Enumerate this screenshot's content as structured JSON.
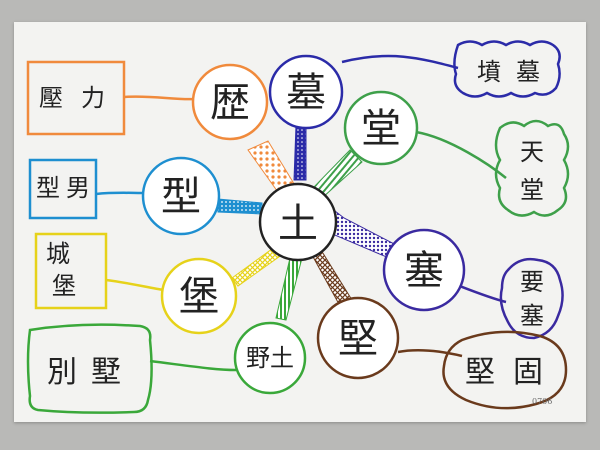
{
  "center": {
    "label": "土"
  },
  "nodes": [
    {
      "id": "li",
      "char": "歴",
      "color": "#f08a3c"
    },
    {
      "id": "mu",
      "char": "墓",
      "color": "#2b2ba8"
    },
    {
      "id": "tang",
      "char": "堂",
      "color": "#3ea04a"
    },
    {
      "id": "xing",
      "char": "型",
      "color": "#1e8fd0"
    },
    {
      "id": "sai",
      "char": "塞",
      "color": "#3a2aa0"
    },
    {
      "id": "bao",
      "char": "堡",
      "color": "#e6d21a"
    },
    {
      "id": "jian",
      "char": "堅",
      "color": "#6a3a1c"
    },
    {
      "id": "yeq",
      "char": "野土",
      "color": "#3aa83a"
    }
  ],
  "words": [
    {
      "id": "li",
      "chars": [
        "壓",
        "力"
      ],
      "color": "#f08a3c"
    },
    {
      "id": "mu",
      "chars": [
        "墳",
        "墓"
      ],
      "color": "#2b2ba8"
    },
    {
      "id": "tang",
      "chars": [
        "天",
        "堂"
      ],
      "color": "#3ea04a"
    },
    {
      "id": "xing",
      "chars": [
        "型",
        "男"
      ],
      "color": "#1e8fd0"
    },
    {
      "id": "bao",
      "chars": [
        "城",
        "堡"
      ],
      "color": "#e6d21a"
    },
    {
      "id": "sai",
      "chars": [
        "要",
        "塞"
      ],
      "color": "#3a2aa0"
    },
    {
      "id": "yeq",
      "chars": [
        "別",
        "墅"
      ],
      "color": "#3aa83a"
    },
    {
      "id": "jian",
      "chars": [
        "堅",
        "固"
      ],
      "color": "#6a3a1c"
    }
  ],
  "corner_mark": "0706",
  "colors": {
    "paper": "#f3f3f1",
    "wall": "#b9b9b7",
    "ink": "#222222"
  }
}
